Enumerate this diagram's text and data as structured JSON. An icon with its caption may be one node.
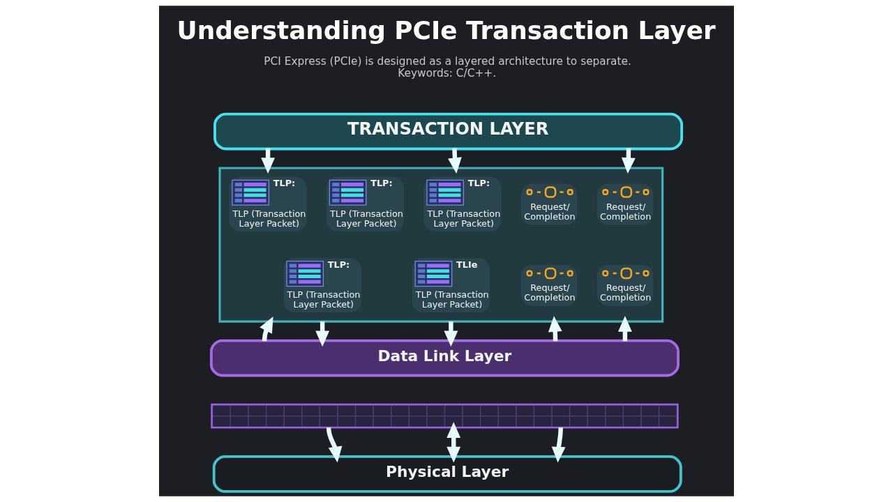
{
  "diagram": {
    "title": "Understanding PCIe Transaction Layer",
    "caption": "PCI Express (PCIe) is designed as a layered architecture to separate. Keywords: C/C++.",
    "nodes": [
      {
        "text": [
          "TRANSACTION LAYER"
        ]
      },
      {
        "text": [],
        "shape": "box"
      },
      {
        "text": [
          "TLP:",
          "TLP (Transaction Layer Packet)"
        ],
        "in": 1
      },
      {
        "text": [
          "TLP:",
          "TLP (Transaction Layer Packet)"
        ],
        "in": 1
      },
      {
        "text": [
          "TLP:",
          "TLP (Transaction Layer Packet)"
        ],
        "in": 1
      },
      {
        "text": [
          "Request/ Completion"
        ],
        "in": 1
      },
      {
        "text": [
          "Request/ Completion"
        ],
        "in": 1
      },
      {
        "text": [
          "TLP:",
          "TLP (Transaction Layer Packet)"
        ],
        "in": 1
      },
      {
        "text": [
          "TLIe",
          "TLP (Transaction Layer Packet)"
        ],
        "in": 1
      },
      {
        "text": [
          "Request/ Completion"
        ],
        "in": 1
      },
      {
        "text": [
          "Request/ Completion"
        ],
        "in": 1
      },
      {
        "text": [
          "Data Link Layer"
        ]
      },
      {
        "text": [],
        "shape": "bar"
      },
      {
        "text": [
          "Physical Layer"
        ]
      }
    ],
    "edges": [
      {
        "from": 0,
        "to": 1,
        "arrow": "to"
      },
      {
        "from": 0,
        "to": 1,
        "arrow": "to"
      },
      {
        "from": 0,
        "to": 1,
        "arrow": "to"
      },
      {
        "from": 11,
        "to": 1,
        "arrow": "to"
      },
      {
        "from": 1,
        "to": 11,
        "arrow": "to"
      },
      {
        "from": 1,
        "to": 11,
        "arrow": "to"
      },
      {
        "from": 11,
        "to": 1,
        "arrow": "to"
      },
      {
        "from": 11,
        "to": 1,
        "arrow": "to"
      },
      {
        "from": 12,
        "to": 13,
        "arrow": "to"
      },
      {
        "from": 12,
        "to": 13,
        "arrow": "both"
      },
      {
        "from": 12,
        "to": 13,
        "arrow": "to"
      }
    ]
  }
}
